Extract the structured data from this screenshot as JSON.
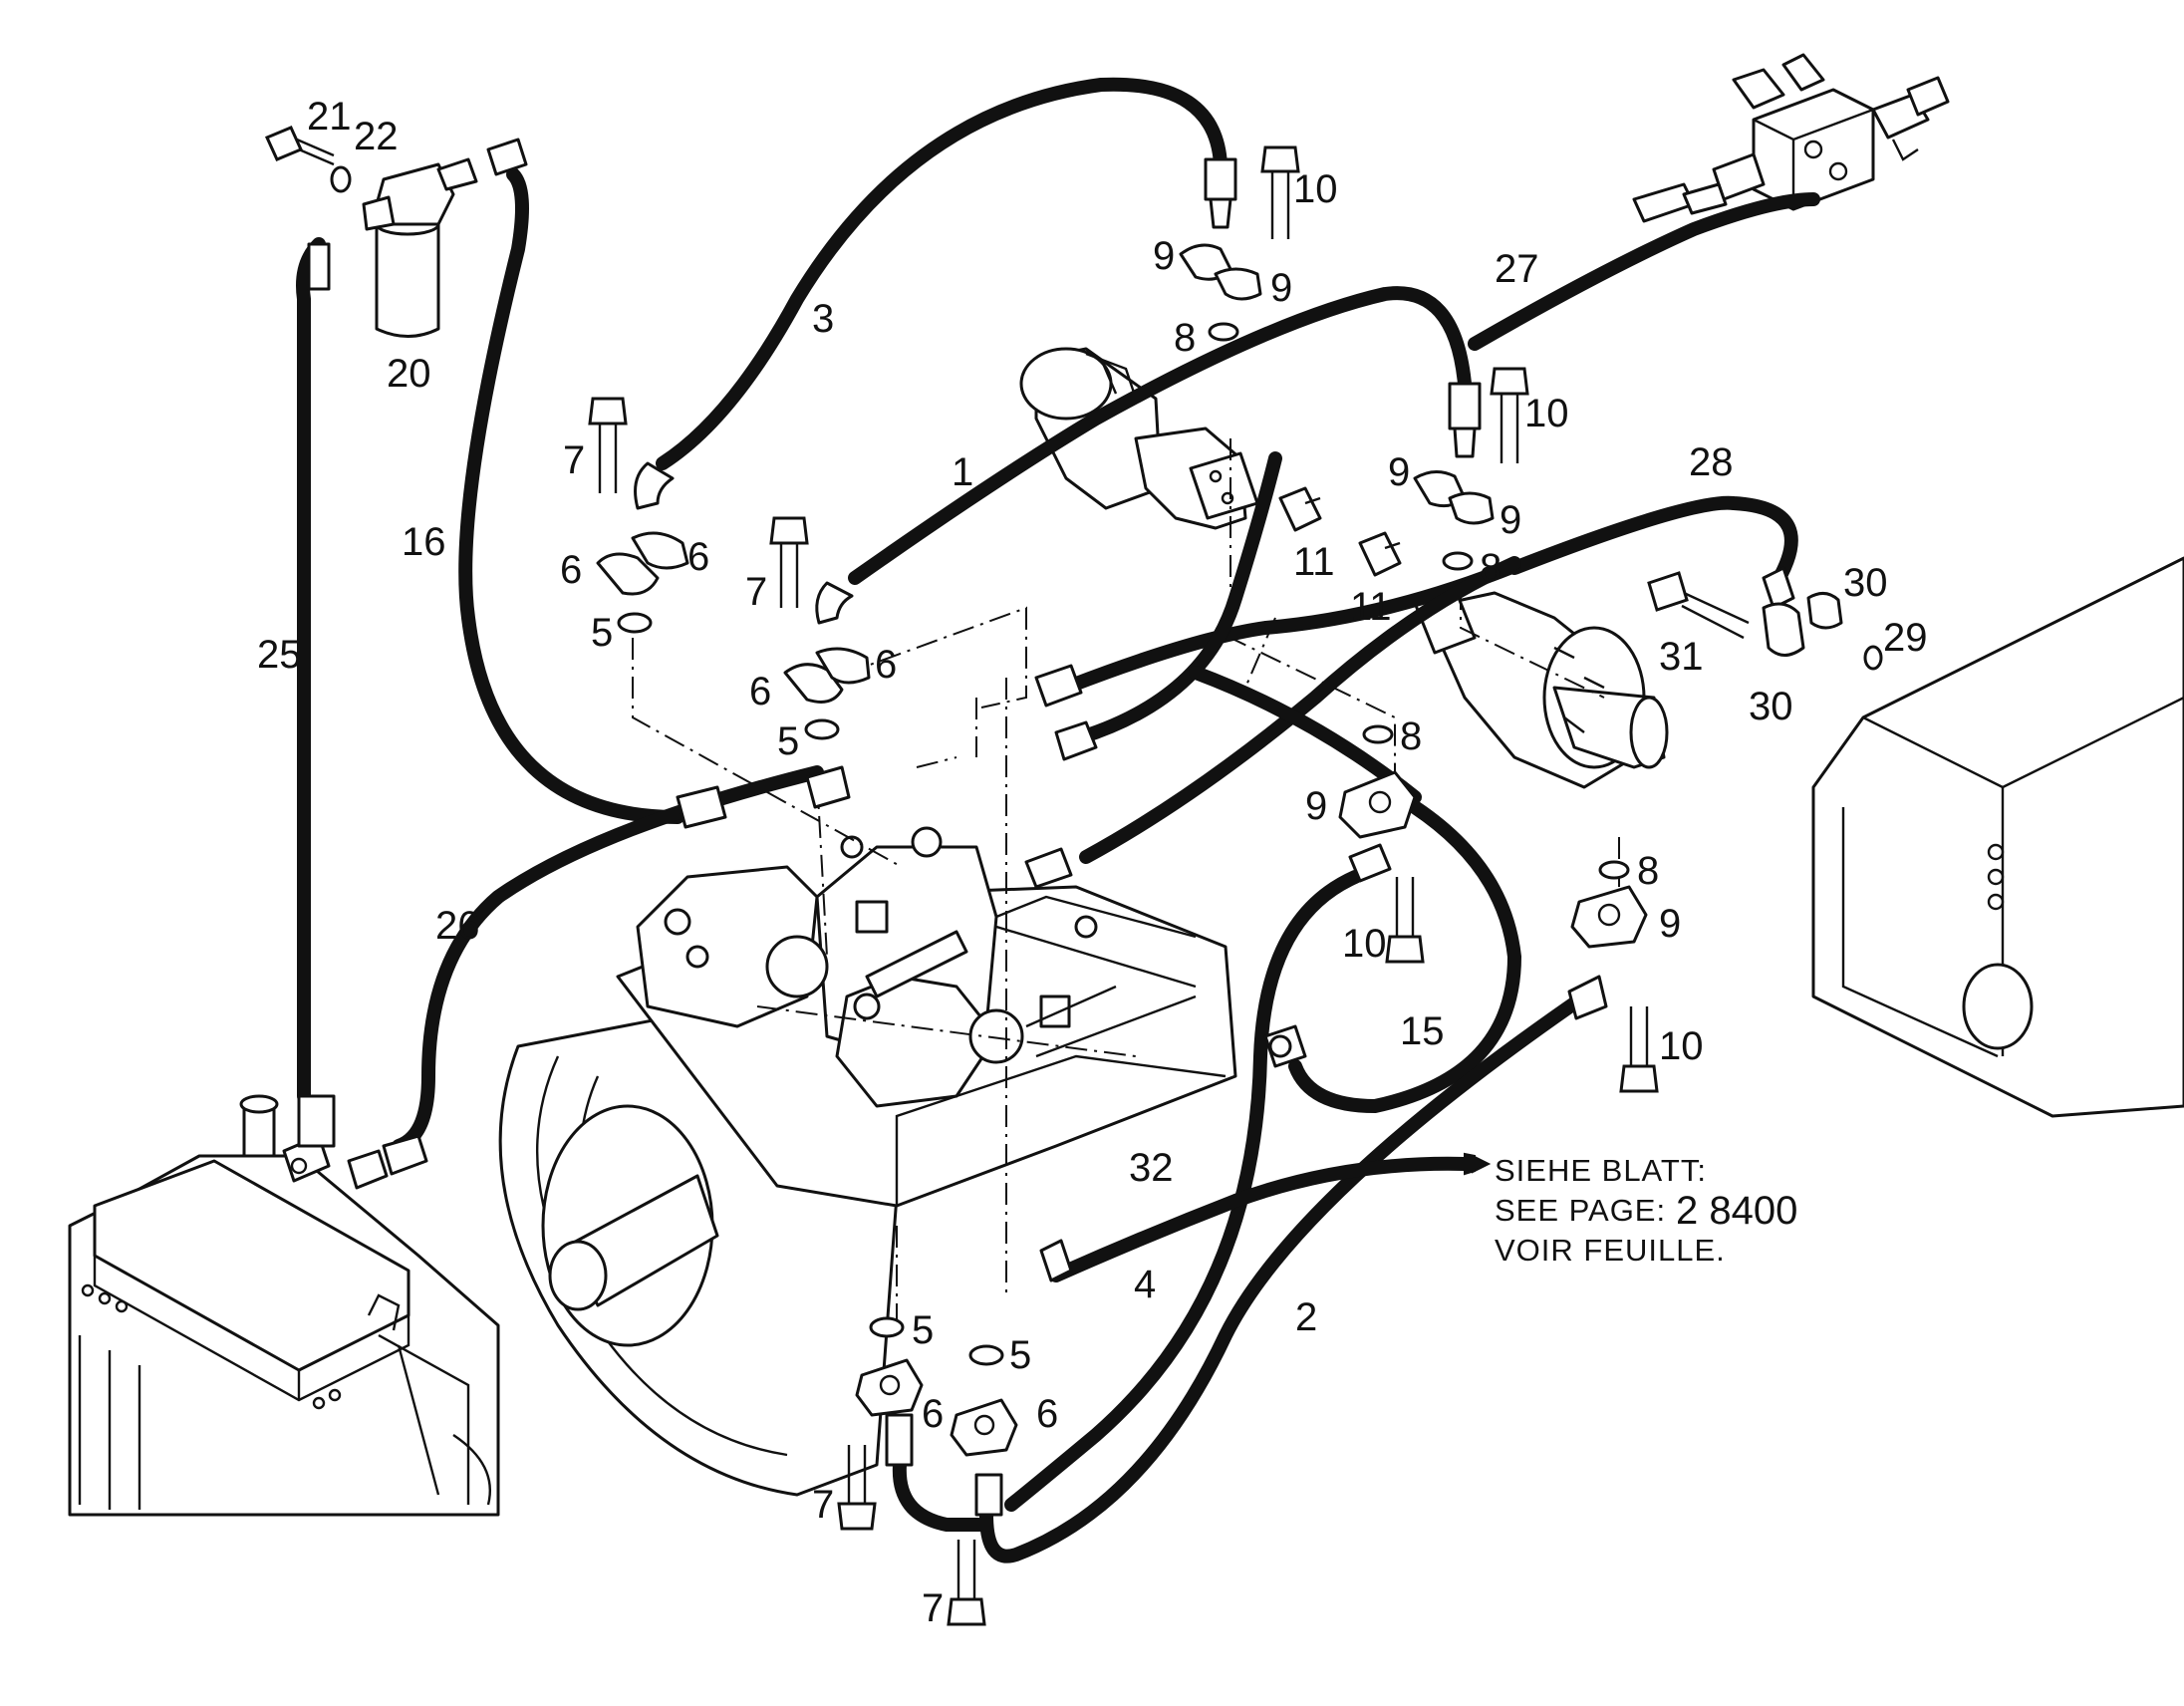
{
  "labels": {
    "l1": "1",
    "l2": "2",
    "l3": "3",
    "l4": "4",
    "l5a": "5",
    "l5b": "5",
    "l5c": "5",
    "l5d": "5",
    "l6a": "6",
    "l6b": "6",
    "l6c": "6",
    "l6d": "6",
    "l6e": "6",
    "l6f": "6",
    "l7a": "7",
    "l7b": "7",
    "l7c": "7",
    "l7d": "7",
    "l8a": "8",
    "l8b": "8",
    "l8c": "8",
    "l8d": "8",
    "l9a": "9",
    "l9b": "9",
    "l9c": "9",
    "l9d": "9",
    "l9e": "9",
    "l9f": "9",
    "l10a": "10",
    "l10b": "10",
    "l10c": "10",
    "l10d": "10",
    "l11a": "11",
    "l11b": "11",
    "l15": "15",
    "l16": "16",
    "l20": "20",
    "l21": "21",
    "l22": "22",
    "l25": "25",
    "l26": "26",
    "l27": "27",
    "l28": "28",
    "l29": "29",
    "l30a": "30",
    "l30b": "30",
    "l31": "31",
    "l32": "32"
  },
  "reference_note": {
    "line1": "SIEHE BLATT:",
    "line2": "SEE PAGE:",
    "line3": "VOIR FEUILLE.",
    "page_number": "2 8400"
  }
}
